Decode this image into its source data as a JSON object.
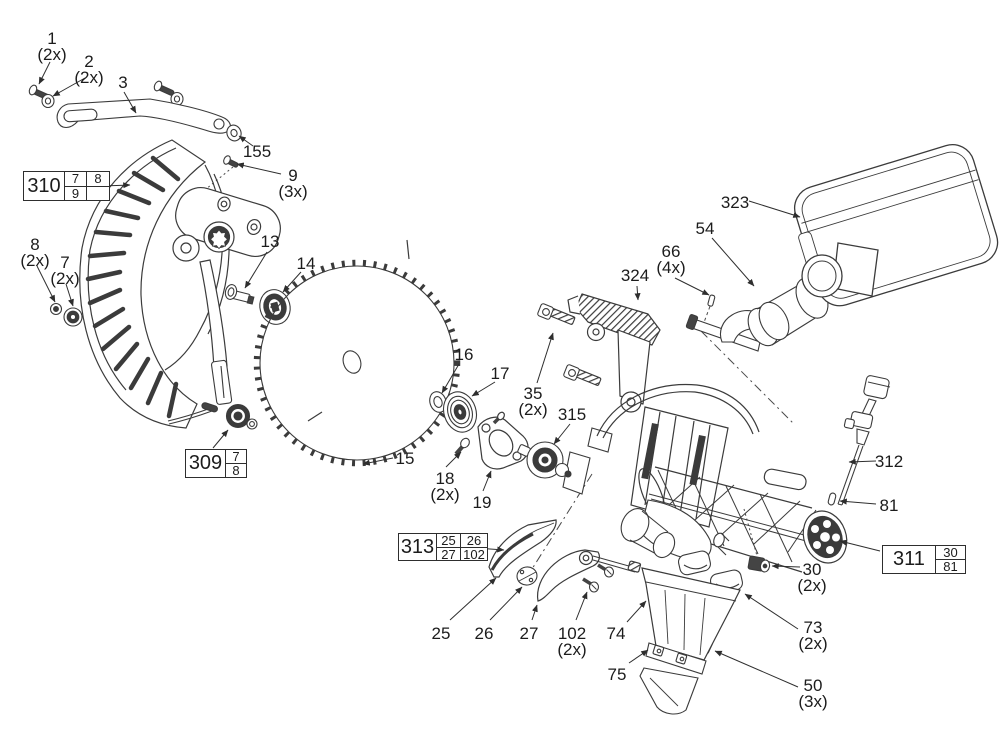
{
  "callouts": {
    "c1": {
      "label": "1",
      "qty": "(2x)"
    },
    "c2": {
      "label": "2",
      "qty": "(2x)"
    },
    "c3": {
      "label": "3"
    },
    "c155": {
      "label": "155"
    },
    "c9": {
      "label": "9",
      "qty": "(3x)"
    },
    "c8": {
      "label": "8",
      "qty": "(2x)"
    },
    "c7": {
      "label": "7",
      "qty": "(2x)"
    },
    "c13": {
      "label": "13"
    },
    "c14": {
      "label": "14"
    },
    "c16": {
      "label": "16"
    },
    "c17": {
      "label": "17"
    },
    "c15": {
      "label": "15"
    },
    "c18": {
      "label": "18",
      "qty": "(2x)"
    },
    "c19": {
      "label": "19"
    },
    "c35": {
      "label": "35",
      "qty": "(2x)"
    },
    "c315": {
      "label": "315"
    },
    "c324": {
      "label": "324"
    },
    "c66": {
      "label": "66",
      "qty": "(4x)"
    },
    "c54": {
      "label": "54"
    },
    "c323": {
      "label": "323"
    },
    "c312": {
      "label": "312"
    },
    "c81": {
      "label": "81"
    },
    "c30": {
      "label": "30",
      "qty": "(2x)"
    },
    "c73": {
      "label": "73",
      "qty": "(2x)"
    },
    "c50": {
      "label": "50",
      "qty": "(3x)"
    },
    "c74": {
      "label": "74"
    },
    "c75": {
      "label": "75"
    },
    "c25": {
      "label": "25"
    },
    "c26": {
      "label": "26"
    },
    "c27": {
      "label": "27"
    },
    "c102": {
      "label": "102",
      "qty": "(2x)"
    }
  },
  "ref_boxes": {
    "b310": {
      "id": "310",
      "r1c1": "7",
      "r1c2": "8",
      "r2c1": "9",
      "r2c2": ""
    },
    "b309": {
      "id": "309",
      "r1": "7",
      "r2": "8"
    },
    "b311": {
      "id": "311",
      "r1": "30",
      "r2": "81"
    },
    "b313": {
      "id": "313",
      "r1c1": "25",
      "r1c2": "26",
      "r2c1": "27",
      "r2c2": "102"
    }
  },
  "colors": {
    "line": "#3b3b3b",
    "label": "#1c1c1c",
    "background": "#ffffff"
  }
}
